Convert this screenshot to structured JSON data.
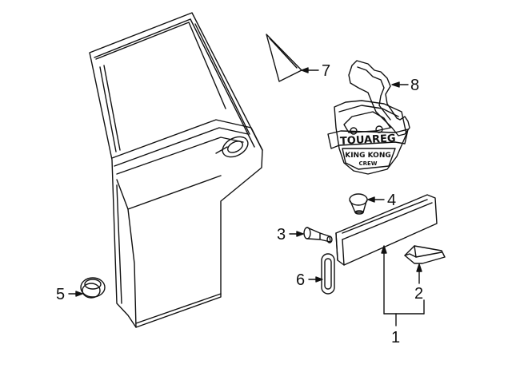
{
  "callouts": {
    "c1": "1",
    "c2": "2",
    "c3": "3",
    "c4": "4",
    "c5": "5",
    "c6": "6",
    "c7": "7",
    "c8": "8"
  },
  "badge": {
    "line1": "TOUAREG",
    "line2": "KING KONG",
    "line3": "CREW"
  },
  "colors": {
    "line": "#111111",
    "background": "#ffffff"
  }
}
